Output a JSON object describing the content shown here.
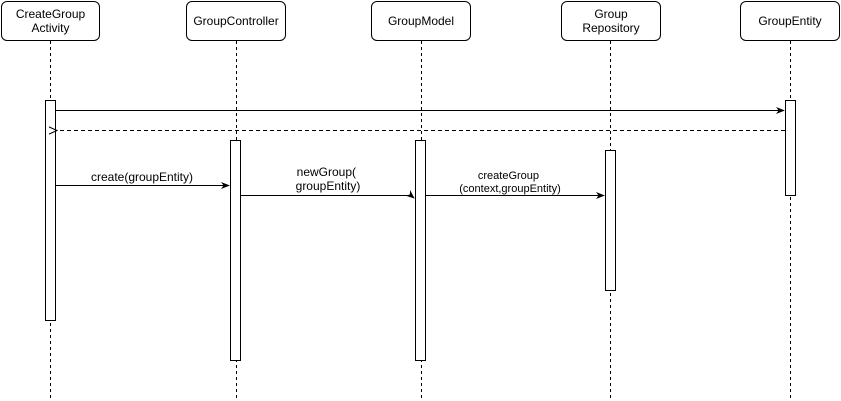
{
  "participants": [
    {
      "id": "create-group-activity",
      "label": "CreateGroup\nActivity"
    },
    {
      "id": "group-controller",
      "label": "GroupController"
    },
    {
      "id": "group-model",
      "label": "GroupModel"
    },
    {
      "id": "group-repository",
      "label": "Group\nRepository"
    },
    {
      "id": "group-entity",
      "label": "GroupEntity"
    }
  ],
  "messages": [
    {
      "from": "create-group-activity",
      "to": "group-entity",
      "label": "",
      "style": "solid"
    },
    {
      "from": "group-entity",
      "to": "create-group-activity",
      "label": "",
      "style": "dashed-return"
    },
    {
      "from": "create-group-activity",
      "to": "group-controller",
      "label": "create(groupEntity)",
      "style": "solid"
    },
    {
      "from": "group-controller",
      "to": "group-model",
      "label": "newGroup(\ngroupEntity)",
      "style": "solid"
    },
    {
      "from": "group-model",
      "to": "group-repository",
      "label": "createGroup\n(context,groupEntity)",
      "style": "solid"
    }
  ]
}
